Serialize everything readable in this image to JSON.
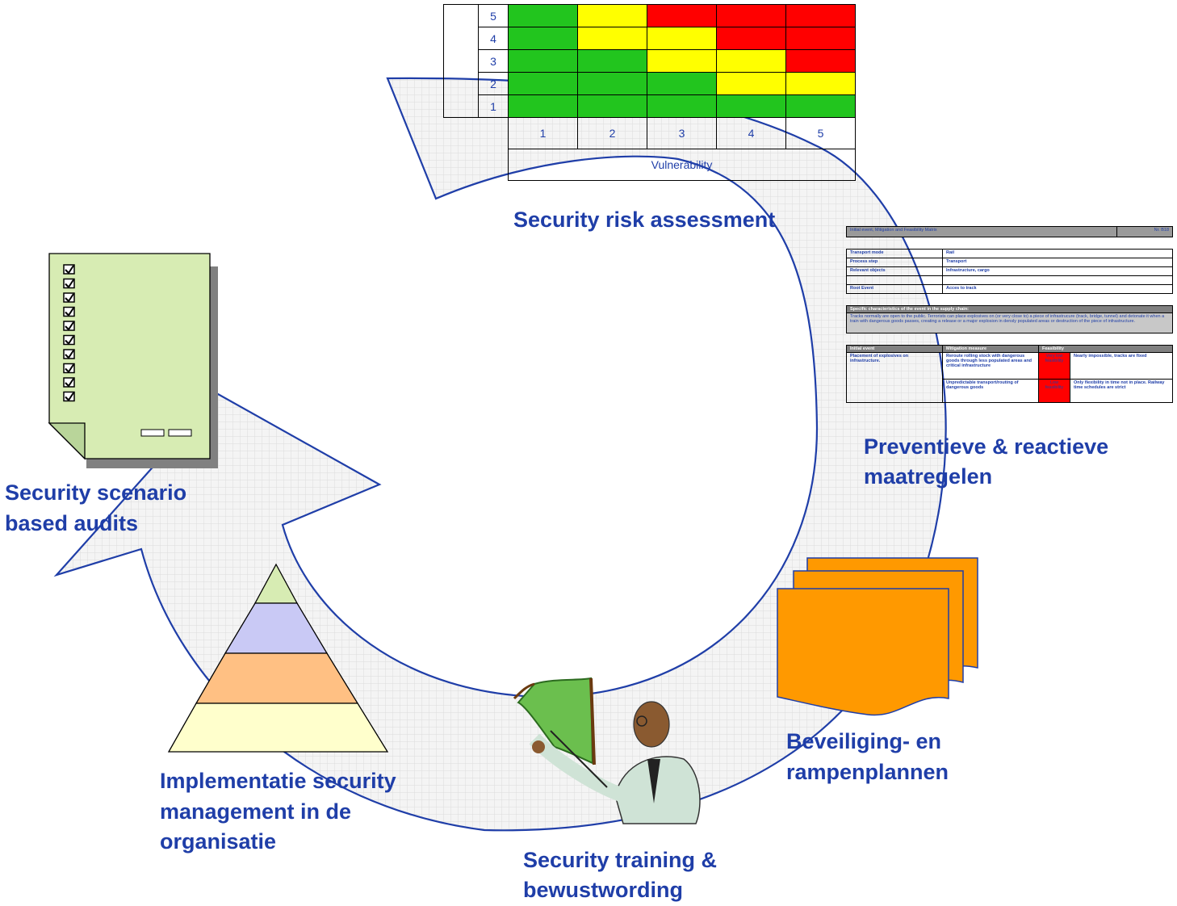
{
  "colors": {
    "label": "#1f3ea8",
    "green": "#22c51e",
    "yellow": "#ffff00",
    "red": "#ff0000"
  },
  "risk_matrix": {
    "rows": [
      {
        "level": "5",
        "cells": [
          "g",
          "y",
          "r",
          "r",
          "r"
        ]
      },
      {
        "level": "4",
        "cells": [
          "g",
          "y",
          "y",
          "r",
          "r"
        ]
      },
      {
        "level": "3",
        "cells": [
          "g",
          "g",
          "y",
          "y",
          "r"
        ]
      },
      {
        "level": "2",
        "cells": [
          "g",
          "g",
          "g",
          "y",
          "y"
        ]
      },
      {
        "level": "1",
        "cells": [
          "g",
          "g",
          "g",
          "g",
          "g"
        ]
      }
    ],
    "columns": [
      "1",
      "2",
      "3",
      "4",
      "5"
    ],
    "x_label": "Vulnerability"
  },
  "stages": {
    "risk_assessment": "Security risk assessment",
    "measures_line1": "Preventieve & reactieve",
    "measures_line2": "maatregelen",
    "plans_line1": "Beveiliging- en",
    "plans_line2": "rampenplannen",
    "training_line1": "Security training &",
    "training_line2": "bewustwording",
    "implementation_line1": "Implementatie security",
    "implementation_line2": "management in de",
    "implementation_line3": "organisatie",
    "audits_line1": "Security scenario",
    "audits_line2": "based audits"
  },
  "matrix_sheet": {
    "title": "Initial event, Mitigation and Feasibility Matrix",
    "number": "Nr. B18",
    "props": [
      {
        "key": "Transport mode",
        "value": "Rail"
      },
      {
        "key": "Process step",
        "value": "Transport"
      },
      {
        "key": "Relevant objects",
        "value": "Infrastructure, cargo"
      },
      {
        "key": "",
        "value": ""
      },
      {
        "key": "Root Event",
        "value": "Acces to track"
      }
    ],
    "characteristics_heading": "Specific characteristics of the event in the supply chain:",
    "characteristics_text": "Tracks normally are open to the public. Terrorists can place explosives on (or very close to) a piece of infrastrucure (track, bridge, tunnel) and detonate it when a train with dangerous goods passes, creating a release or a major explosion in densly populated areas or destruction of the piece of infrastructure.",
    "col_initial": "Initial event",
    "col_mitigation": "Mitigation measure",
    "col_feasibility": "Feasibility",
    "initial_event": "Placement of explosives on infrastructure.",
    "measures": [
      {
        "measure": "Reroute rolling stock with dangerous goods through less populated areas and critical infrastructure",
        "rating": "Very low feasibility",
        "comment": "Nearly impossible, tracks are fixed"
      },
      {
        "measure": "Unpredictable transport/routing of dangerous goods",
        "rating": "Low feasibility",
        "comment": "Only flexibility in time not in place. Railway time schedules are strict"
      }
    ]
  }
}
